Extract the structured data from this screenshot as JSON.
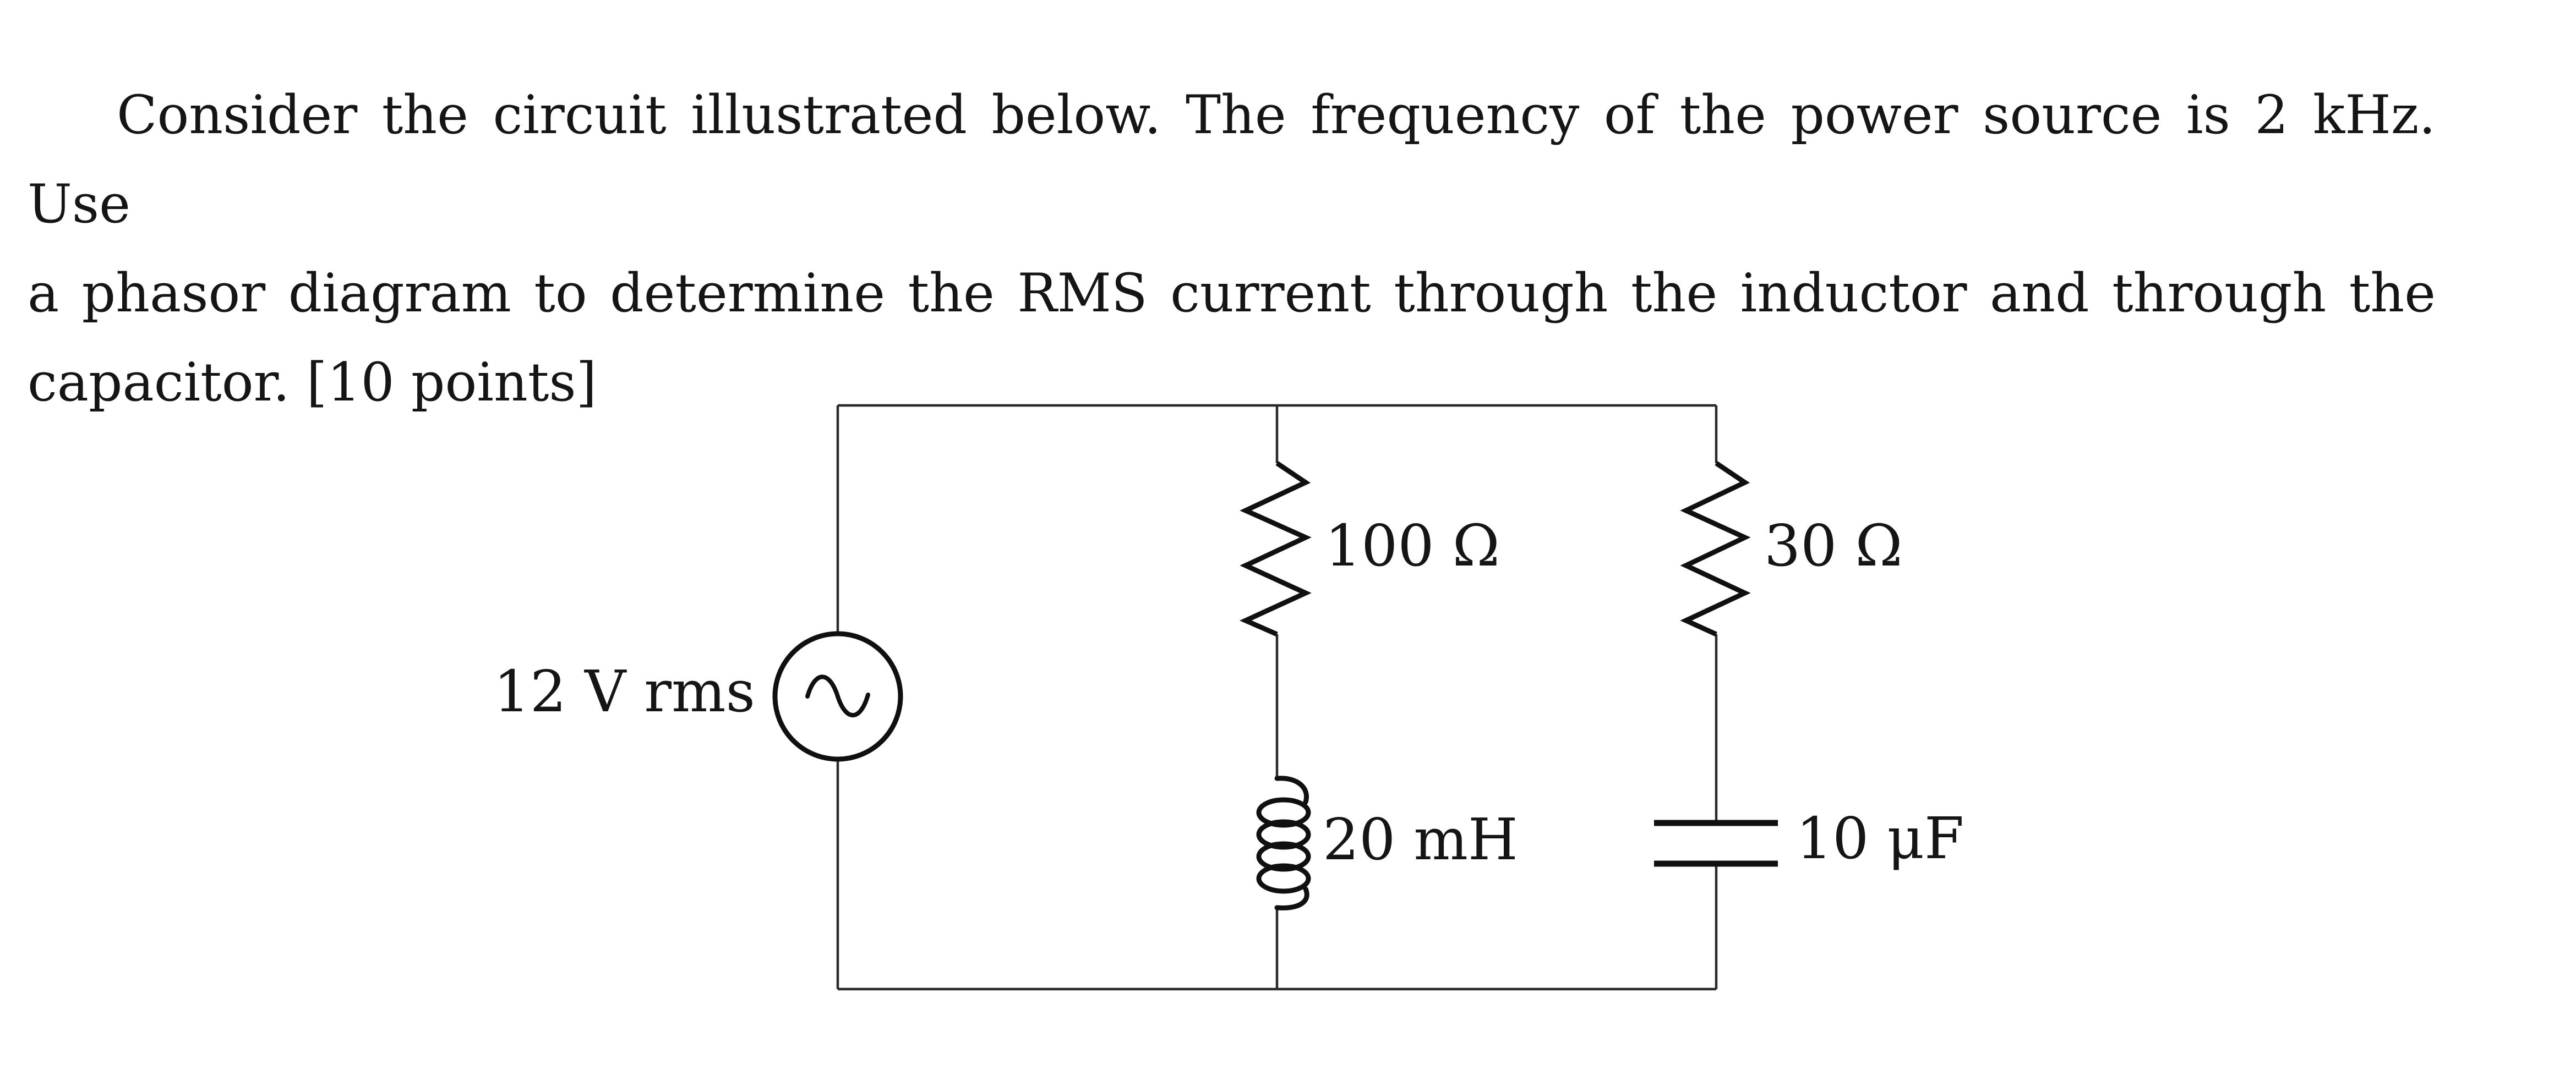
{
  "problem": {
    "line1": "Consider the circuit illustrated below. The frequency of the power source is 2 kHz. Use",
    "line2": "a phasor diagram to determine the RMS current through the inductor and through the",
    "line3": "capacitor. [10 points]",
    "frequency": "2 kHz",
    "points": "10 points"
  },
  "circuit": {
    "source": {
      "type": "ac-voltage-source",
      "label": "12 V rms"
    },
    "middle_branch": {
      "resistor": {
        "type": "resistor",
        "label": "100 Ω"
      },
      "inductor": {
        "type": "inductor",
        "label": "20 mH"
      }
    },
    "right_branch": {
      "resistor": {
        "type": "resistor",
        "label": "30 Ω"
      },
      "capacitor": {
        "type": "capacitor",
        "label": "10 μF"
      }
    }
  },
  "colors": {
    "background": "#ffffff",
    "ink": "#101010",
    "wire": "#2a2a2a"
  }
}
